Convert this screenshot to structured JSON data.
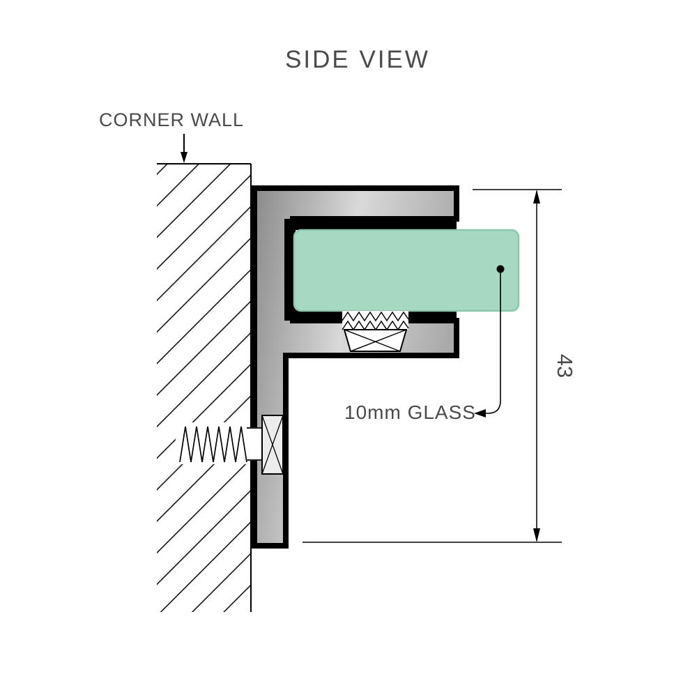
{
  "diagram": {
    "title": "SIDE VIEW",
    "wall_label": "CORNER WALL",
    "glass_label": "10mm GLASS",
    "dimension_label": "43",
    "colors": {
      "text": "#4a4a4a",
      "outline": "#000000",
      "glass_fill": "#a7d9c2",
      "glass_edge": "#8cc7ac",
      "metal_dark": "#8a8a8a",
      "metal_mid": "#d9d9d9",
      "metal_end": "#aaaaaa",
      "screw_fill": "#ffffff",
      "screw_head_fill": "#ececec",
      "background": "#ffffff"
    }
  }
}
